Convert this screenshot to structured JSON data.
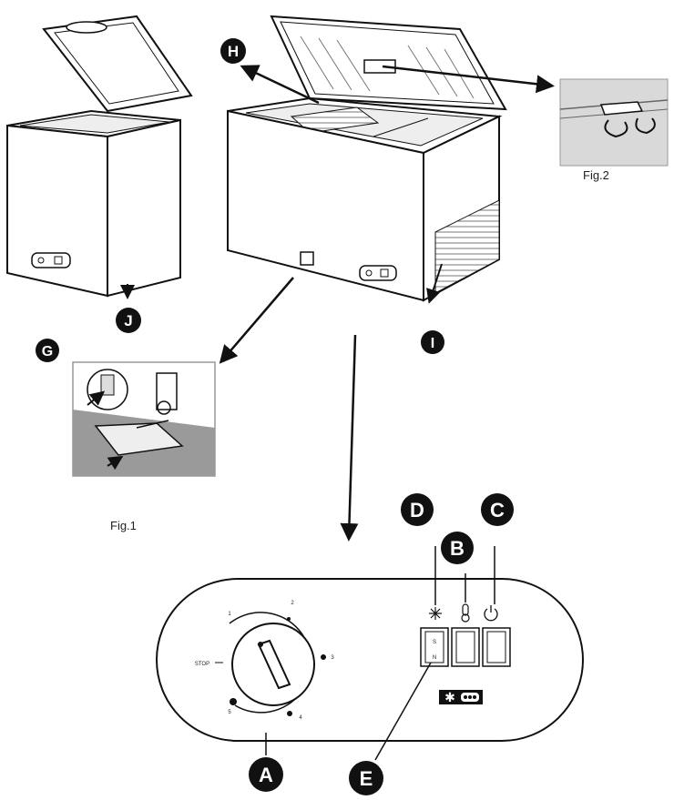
{
  "callouts": {
    "A": "A",
    "B": "B",
    "C": "C",
    "D": "D",
    "E": "E",
    "G": "G",
    "H": "H",
    "I": "I",
    "J": "J"
  },
  "captions": {
    "fig1": "Fig.1",
    "fig2": "Fig.2"
  },
  "dial": {
    "stop": "STOP",
    "marks": [
      "1",
      "2",
      "3",
      "4",
      "5"
    ]
  },
  "switch": {
    "top": "S",
    "bottom": "N"
  },
  "colors": {
    "ink": "#111111",
    "panel_bg": "#d9d9d9",
    "floor": "#9a9a9a"
  }
}
